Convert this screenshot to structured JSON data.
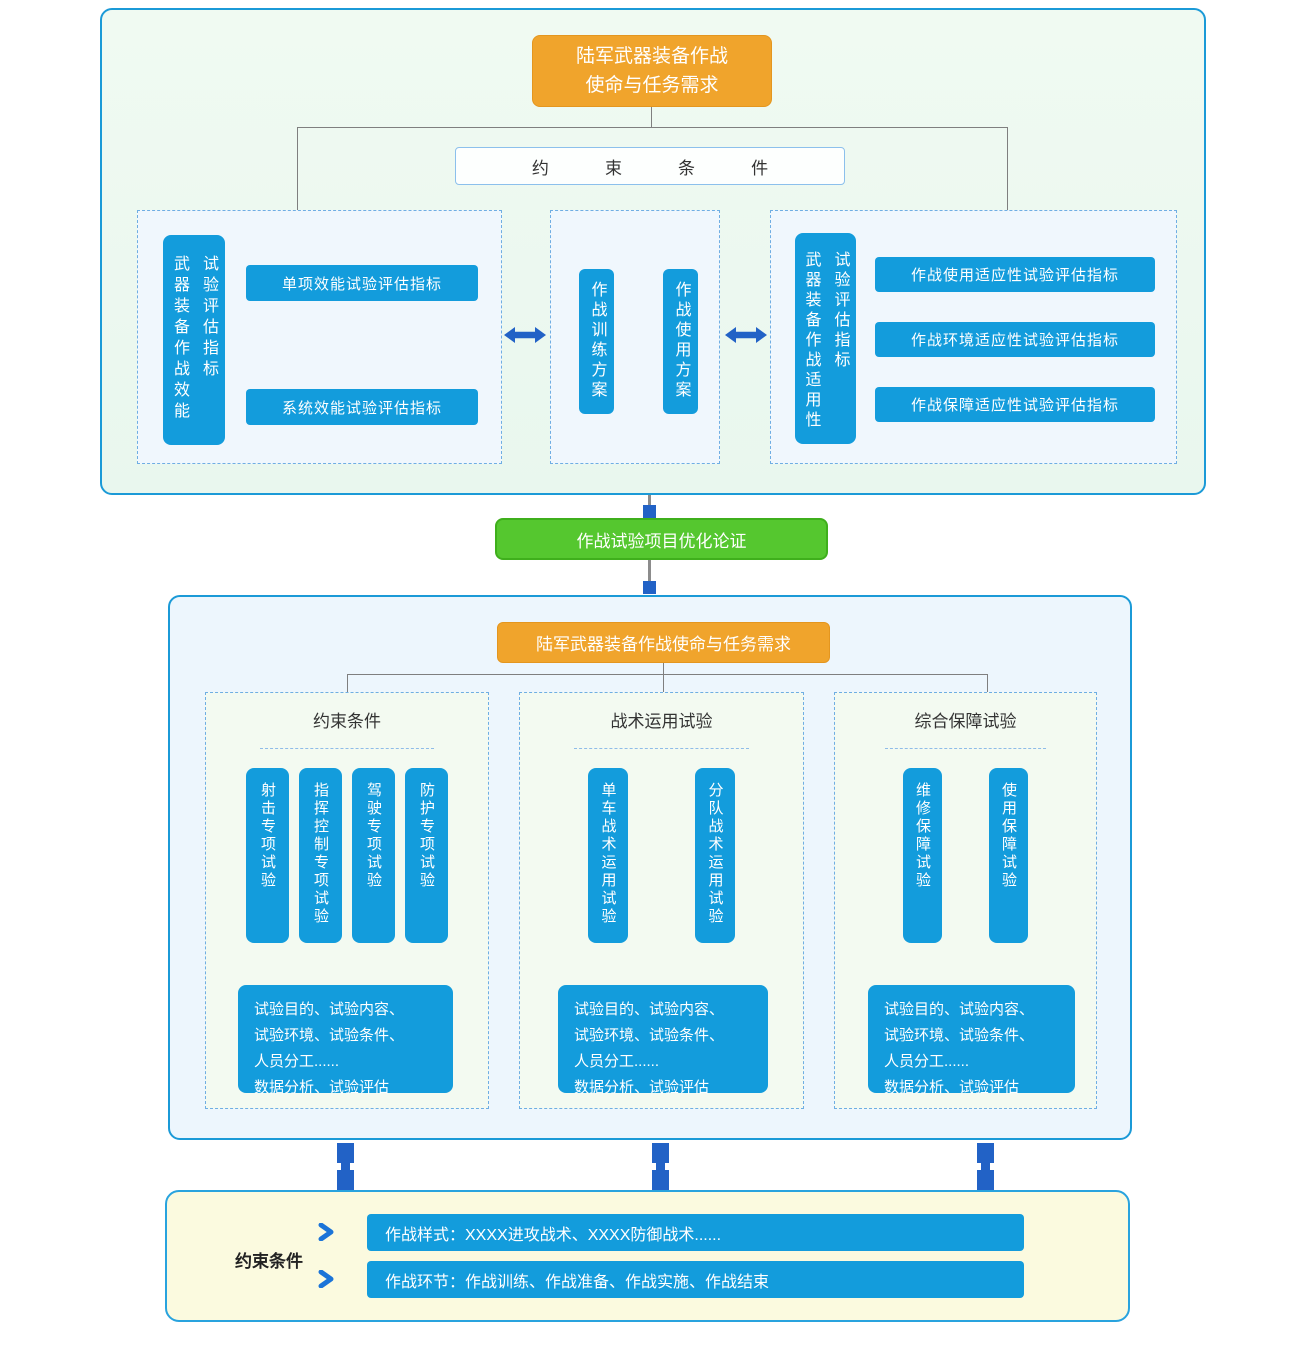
{
  "palette": {
    "panel_green_bg": "#EDF9F0",
    "panel_blue_bg": "#EDF6FD",
    "panel_border_blue": "#1B9AD7",
    "item_blue": "#139CDC",
    "connector_deep_blue": "#2262C6",
    "orange": "#F0A42C",
    "green": "#55C72F",
    "yellow_bg": "#FBFADF"
  },
  "section1": {
    "title": "陆军武器装备作战\n使命与任务需求",
    "constraint_label": "约束条件",
    "left_group": {
      "side_label": "武器装备作战效能\n试验评估指标",
      "items": [
        "单项效能试验评估指标",
        "系统效能试验评估指标"
      ]
    },
    "middle_group": {
      "items": [
        "作战训练方案",
        "作战使用方案"
      ]
    },
    "right_group": {
      "side_label": "武器装备作战适用性\n试验评估指标",
      "items": [
        "作战使用适应性试验评估指标",
        "作战环境适应性试验评估指标",
        "作战保障适应性试验评估指标"
      ]
    }
  },
  "optimize_label": "作战试验项目优化论证",
  "section2": {
    "title": "陆军武器装备作战使命与任务需求",
    "groups": [
      {
        "title": "约束条件",
        "columns": [
          "射击专项试验",
          "指挥控制专项试验",
          "驾驶专项试验",
          "防护专项试验"
        ],
        "desc": "试验目的、试验内容、\n试验环境、试验条件、\n人员分工......\n数据分析、试验评估"
      },
      {
        "title": "战术运用试验",
        "columns": [
          "单车战术运用试验",
          "分队战术运用试验"
        ],
        "desc": "试验目的、试验内容、\n试验环境、试验条件、\n人员分工......\n数据分析、试验评估"
      },
      {
        "title": "综合保障试验",
        "columns": [
          "维修保障试验",
          "使用保障试验"
        ],
        "desc": "试验目的、试验内容、\n试验环境、试验条件、\n人员分工......\n数据分析、试验评估"
      }
    ]
  },
  "bottom": {
    "label": "约束条件",
    "rows": [
      "作战样式：XXXX进攻战术、XXXX防御战术......",
      "作战环节：作战训练、作战准备、作战实施、作战结束"
    ]
  }
}
